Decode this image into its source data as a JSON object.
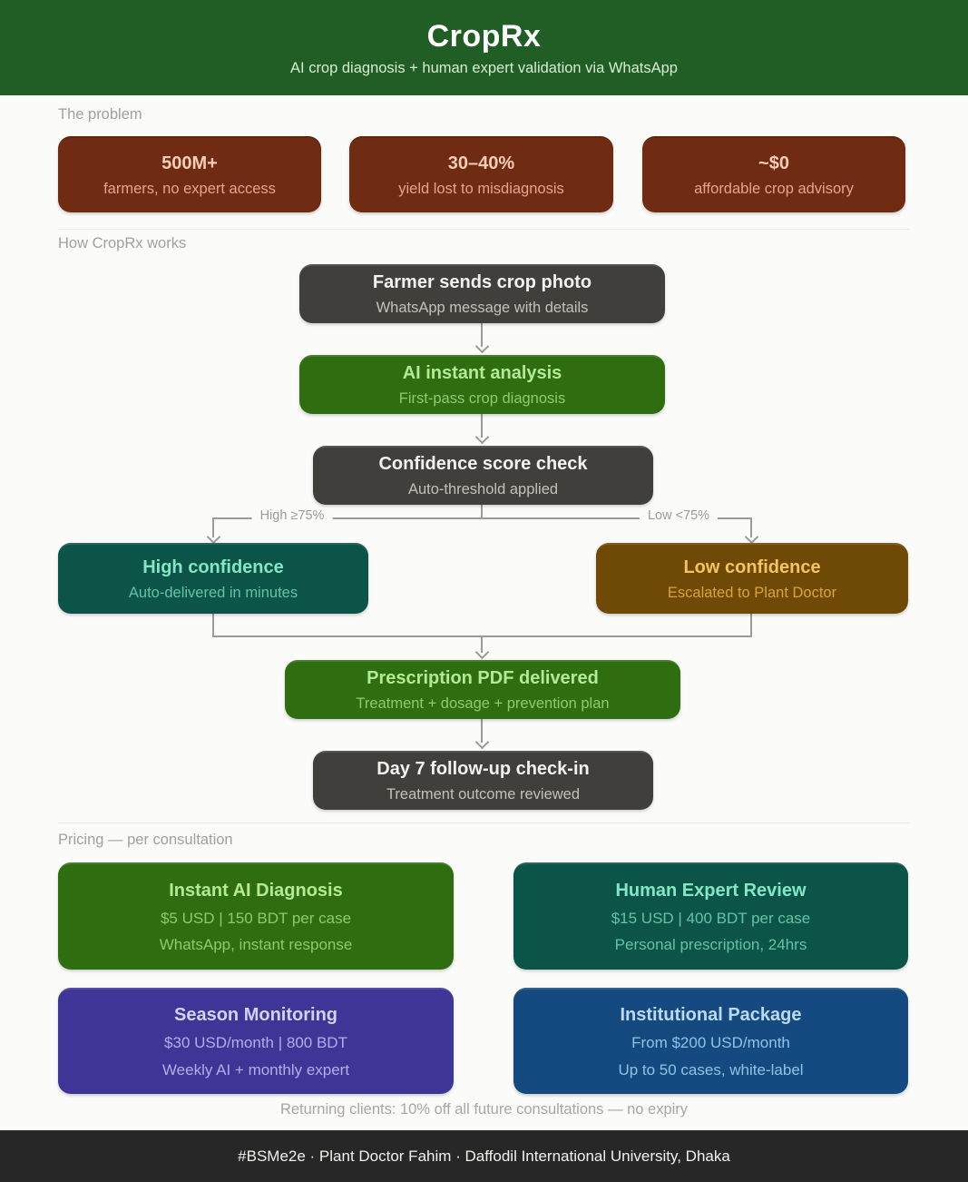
{
  "header": {
    "title": "CropRx",
    "subtitle": "AI crop diagnosis + human expert validation via WhatsApp"
  },
  "problem": {
    "label": "The problem",
    "cards": [
      {
        "stat": "500M+",
        "desc": "farmers, no expert access"
      },
      {
        "stat": "30–40%",
        "desc": "yield lost to misdiagnosis"
      },
      {
        "stat": "~$0",
        "desc": "affordable crop advisory"
      }
    ]
  },
  "flow": {
    "label": "How CropRx works",
    "steps": {
      "farmer": {
        "title": "Farmer sends crop photo",
        "subtitle": "WhatsApp message with details"
      },
      "ai": {
        "title": "AI instant analysis",
        "subtitle": "First-pass crop diagnosis"
      },
      "confidence": {
        "title": "Confidence score check",
        "subtitle": "Auto-threshold applied"
      },
      "high": {
        "title": "High confidence",
        "subtitle": "Auto-delivered in minutes"
      },
      "low": {
        "title": "Low confidence",
        "subtitle": "Escalated to Plant Doctor"
      },
      "prescription": {
        "title": "Prescription PDF delivered",
        "subtitle": "Treatment + dosage + prevention plan"
      },
      "followup": {
        "title": "Day 7 follow-up check-in",
        "subtitle": "Treatment outcome reviewed"
      }
    },
    "branch_labels": {
      "high": "High ≥75%",
      "low": "Low <75%"
    }
  },
  "pricing": {
    "label": "Pricing — per consultation",
    "cards": [
      {
        "title": "Instant AI Diagnosis",
        "line1": "$5 USD | 150 BDT per case",
        "line2": "WhatsApp, instant response"
      },
      {
        "title": "Human Expert Review",
        "line1": "$15 USD | 400 BDT per case",
        "line2": "Personal prescription, 24hrs"
      },
      {
        "title": "Season Monitoring",
        "line1": "$30 USD/month | 800 BDT",
        "line2": "Weekly AI + monthly expert"
      },
      {
        "title": "Institutional Package",
        "line1": "From $200 USD/month",
        "line2": "Up to 50 cases, white-label"
      }
    ],
    "note": "Returning clients: 10% off all future consultations — no expiry"
  },
  "footer": {
    "text": "#BSMe2e · Plant Doctor Fahim · Daffodil International University, Dhaka"
  },
  "colors": {
    "header_bg": "#215e25",
    "problem_card_bg": "#6f2c12",
    "neutral_step_bg": "#413f3b",
    "green_step_bg": "#2e6e11",
    "teal_card_bg": "#0d5448",
    "amber_card_bg": "#6f4a06",
    "indigo_card_bg": "#3e3597",
    "blue_card_bg": "#154a80",
    "footer_bg": "#272727",
    "connector": "#9b9b9b"
  }
}
